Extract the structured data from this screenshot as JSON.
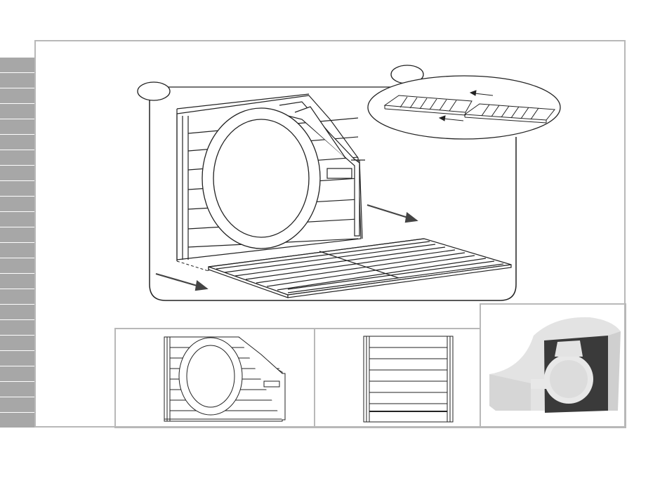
{
  "document": {
    "type": "assembly-instructions-page"
  },
  "sidebar": {
    "tab_count": 24,
    "tab_color": "#a7a7a7"
  },
  "main_illustration": {
    "step_badge": "",
    "detail_badge": "",
    "parts": [
      "front-wall-panel",
      "round-window-frame",
      "floor-panel-left",
      "floor-panel-right"
    ],
    "arrows": [
      "slide-floor-right",
      "slide-floor-in",
      "join-floor-panels"
    ]
  },
  "thumbnails": [
    {
      "name": "front-wall-view"
    },
    {
      "name": "back-wall-view"
    },
    {
      "name": "assembled-house-preview"
    }
  ],
  "colors": {
    "line": "#222222",
    "frame": "#b8b8b8",
    "preview_light": "#e3e3e3",
    "preview_dark": "#3a3a3a"
  }
}
